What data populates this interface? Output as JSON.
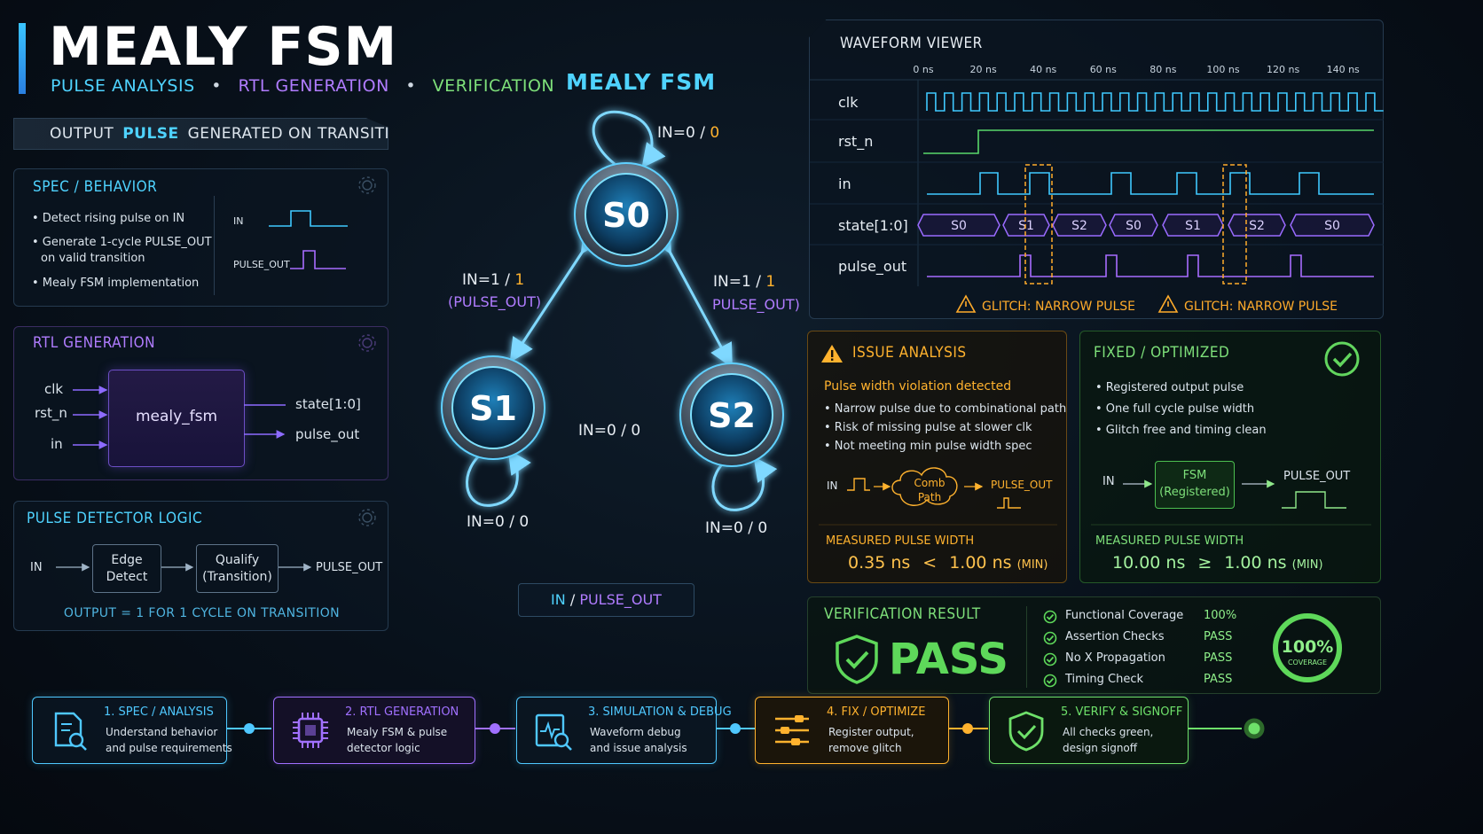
{
  "header": {
    "title": "MEALY FSM",
    "tags": [
      "PULSE ANALYSIS",
      "RTL GENERATION",
      "VERIFICATION"
    ],
    "dot": "•",
    "banner": {
      "pre": "OUTPUT",
      "hl": "PULSE",
      "post": "GENERATED ON TRANSITION"
    }
  },
  "spec": {
    "title": "SPEC / BEHAVIOR",
    "bullets": [
      "• Detect rising pulse on IN",
      "• Generate 1-cycle PULSE_OUT",
      "on valid transition",
      "• Mealy FSM implementation"
    ],
    "sig_in": "IN",
    "sig_out": "PULSE_OUT"
  },
  "rtl": {
    "title": "RTL GENERATION",
    "inputs": [
      "clk",
      "rst_n",
      "in"
    ],
    "module": "mealy_fsm",
    "outputs": [
      "state[1:0]",
      "pulse_out"
    ]
  },
  "detector": {
    "title": "PULSE DETECTOR LOGIC",
    "in": "IN",
    "block1": [
      "Edge",
      "Detect"
    ],
    "block2": [
      "Qualify",
      "(Transition)"
    ],
    "out": "PULSE_OUT",
    "note": "OUTPUT = 1 FOR 1 CYCLE ON TRANSITION"
  },
  "fsm": {
    "title": "MEALY FSM",
    "states": [
      "S0",
      "S1",
      "S2"
    ],
    "s0_self": {
      "in": "IN=0",
      "sep": "/",
      "out": "0"
    },
    "s0_s1": {
      "in": "IN=1",
      "sep": "/",
      "out": "1",
      "note": "(PULSE_OUT)"
    },
    "s0_s2": {
      "in": "IN=1",
      "sep": "/",
      "out": "1",
      "note": "PULSE_OUT)"
    },
    "s1_s2": {
      "in": "IN=0",
      "sep": "/",
      "out": "0"
    },
    "s1_self": {
      "in": "IN=0",
      "sep": "/",
      "out": "0"
    },
    "s2_self": {
      "in": "IN=0",
      "sep": "/",
      "out": "0"
    },
    "legend": {
      "in": "IN",
      "sep": "/",
      "out": "PULSE_OUT"
    }
  },
  "waveform": {
    "title": "WAVEFORM VIEWER",
    "ticks": [
      "0 ns",
      "20 ns",
      "40 ns",
      "60 ns",
      "80 ns",
      "100 ns",
      "120 ns",
      "140 ns"
    ],
    "signals": [
      "clk",
      "rst_n",
      "in",
      "state[1:0]",
      "pulse_out"
    ],
    "states": [
      "S0",
      "S1",
      "S2",
      "S0",
      "S1",
      "S2",
      "S0"
    ],
    "glitch_label": "GLITCH: NARROW PULSE",
    "colors": {
      "clk": "#3fc9ff",
      "rst_n": "#59d86a",
      "in": "#3fc9ff",
      "state": "#9a6bff",
      "pulse": "#a76cff",
      "glitch": "#ffab2b"
    }
  },
  "issue": {
    "title": "ISSUE ANALYSIS",
    "headline": "Pulse width violation detected",
    "bullets": [
      "• Narrow pulse due to combinational path",
      "• Risk of missing pulse at slower clk",
      "• Not meeting min pulse width spec"
    ],
    "in": "IN",
    "cloud": [
      "Comb",
      "Path"
    ],
    "out": "PULSE_OUT",
    "measure_label": "MEASURED PULSE WIDTH",
    "measured": "0.35 ns",
    "op": "<",
    "min": "1.00 ns",
    "min_tag": "(MIN)"
  },
  "fixed": {
    "title": "FIXED / OPTIMIZED",
    "bullets": [
      "• Registered output pulse",
      "• One full cycle pulse width",
      "• Glitch free and timing clean"
    ],
    "in": "IN",
    "block": [
      "FSM",
      "(Registered)"
    ],
    "out": "PULSE_OUT",
    "measure_label": "MEASURED PULSE WIDTH",
    "measured": "10.00 ns",
    "op": "≥",
    "min": "1.00 ns",
    "min_tag": "(MIN)"
  },
  "verify": {
    "title": "VERIFICATION RESULT",
    "result": "PASS",
    "checks": [
      {
        "name": "Functional Coverage",
        "value": "100%"
      },
      {
        "name": "Assertion Checks",
        "value": "PASS"
      },
      {
        "name": "No X Propagation",
        "value": "PASS"
      },
      {
        "name": "Timing Check",
        "value": "PASS"
      }
    ],
    "coverage": 1.0,
    "coverage_text": "100%",
    "coverage_label": "COVERAGE"
  },
  "pipeline": [
    {
      "title": "1. SPEC / ANALYSIS",
      "desc": [
        "Understand behavior",
        "and pulse requirements"
      ],
      "icon": "document-search-icon",
      "color": "#4fc8ff"
    },
    {
      "title": "2. RTL GENERATION",
      "desc": [
        "Mealy FSM & pulse",
        "detector logic"
      ],
      "icon": "chip-icon",
      "color": "#a070ff"
    },
    {
      "title": "3. SIMULATION & DEBUG",
      "desc": [
        "Waveform debug",
        "and issue analysis"
      ],
      "icon": "waveform-search-icon",
      "color": "#4fc8ff"
    },
    {
      "title": "4. FIX / OPTIMIZE",
      "desc": [
        "Register output,",
        "remove glitch"
      ],
      "icon": "sliders-icon",
      "color": "#ffb22e"
    },
    {
      "title": "5. VERIFY & SIGNOFF",
      "desc": [
        "All checks green,",
        "design signoff"
      ],
      "icon": "shield-check-icon",
      "color": "#6ee06a"
    }
  ]
}
